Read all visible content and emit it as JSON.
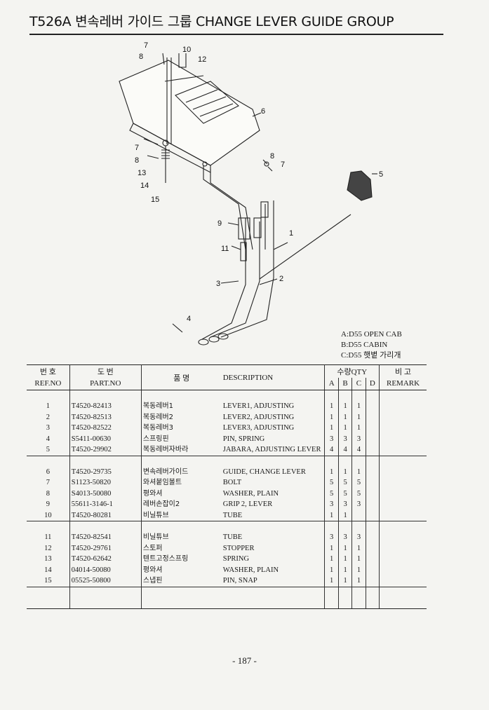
{
  "header": {
    "title": "T526A 변속레버 가이드 그룹 CHANGE LEVER GUIDE GROUP"
  },
  "diagram": {
    "callouts": [
      "7",
      "8",
      "10",
      "12",
      "6",
      "7",
      "8",
      "13",
      "14",
      "15",
      "8",
      "7",
      "5",
      "9",
      "1",
      "11",
      "3",
      "2",
      "4"
    ],
    "legend": [
      "A:D55 OPEN CAB",
      "B:D55 CABIN",
      "C:D55 햇볕 가리개"
    ]
  },
  "table": {
    "headers": {
      "ref_ko": "번 호",
      "ref_en": "REF.NO",
      "part_ko": "도 번",
      "part_en": "PART.NO",
      "name_ko": "품 명",
      "desc_en": "DESCRIPTION",
      "qty_ko": "수량QTY",
      "q_a": "A",
      "q_b": "B",
      "q_c": "C",
      "q_d": "D",
      "remark_ko": "비 고",
      "remark_en": "REMARK"
    },
    "groups": [
      [
        {
          "ref": "1",
          "part": "T4520-82413",
          "ko": "복동레버1",
          "desc": "LEVER1, ADJUSTING",
          "a": "1",
          "b": "1",
          "c": "1",
          "d": ""
        },
        {
          "ref": "2",
          "part": "T4520-82513",
          "ko": "복동레버2",
          "desc": "LEVER2, ADJUSTING",
          "a": "1",
          "b": "1",
          "c": "1",
          "d": ""
        },
        {
          "ref": "3",
          "part": "T4520-82522",
          "ko": "복동레버3",
          "desc": "LEVER3, ADJUSTING",
          "a": "1",
          "b": "1",
          "c": "1",
          "d": ""
        },
        {
          "ref": "4",
          "part": "S5411-00630",
          "ko": "스프링핀",
          "desc": "PIN, SPRING",
          "a": "3",
          "b": "3",
          "c": "3",
          "d": ""
        },
        {
          "ref": "5",
          "part": "T4520-29902",
          "ko": "복동레버자바라",
          "desc": "JABARA, ADJUSTING LEVER",
          "a": "4",
          "b": "4",
          "c": "4",
          "d": ""
        }
      ],
      [
        {
          "ref": "6",
          "part": "T4520-29735",
          "ko": "변속레버가이드",
          "desc": "GUIDE, CHANGE LEVER",
          "a": "1",
          "b": "1",
          "c": "1",
          "d": ""
        },
        {
          "ref": "7",
          "part": "S1123-50820",
          "ko": "와셔붙임볼트",
          "desc": "BOLT",
          "a": "5",
          "b": "5",
          "c": "5",
          "d": ""
        },
        {
          "ref": "8",
          "part": "S4013-50080",
          "ko": "평와셔",
          "desc": "WASHER, PLAIN",
          "a": "5",
          "b": "5",
          "c": "5",
          "d": ""
        },
        {
          "ref": "9",
          "part": "55611-3146-1",
          "ko": "레버손잡이2",
          "desc": "GRIP 2, LEVER",
          "a": "3",
          "b": "3",
          "c": "3",
          "d": ""
        },
        {
          "ref": "10",
          "part": "T4520-80281",
          "ko": "비닐튜브",
          "desc": "TUBE",
          "a": "1",
          "b": "1",
          "c": "",
          "d": ""
        }
      ],
      [
        {
          "ref": "11",
          "part": "T4520-82541",
          "ko": "비닐튜브",
          "desc": "TUBE",
          "a": "3",
          "b": "3",
          "c": "3",
          "d": ""
        },
        {
          "ref": "12",
          "part": "T4520-29761",
          "ko": "스토퍼",
          "desc": "STOPPER",
          "a": "1",
          "b": "1",
          "c": "1",
          "d": ""
        },
        {
          "ref": "13",
          "part": "T4520-62642",
          "ko": "텐트고정스프링",
          "desc": "SPRING",
          "a": "1",
          "b": "1",
          "c": "1",
          "d": ""
        },
        {
          "ref": "14",
          "part": "04014-50080",
          "ko": "평와셔",
          "desc": "WASHER, PLAIN",
          "a": "1",
          "b": "1",
          "c": "1",
          "d": ""
        },
        {
          "ref": "15",
          "part": "05525-50800",
          "ko": "스냅핀",
          "desc": "PIN, SNAP",
          "a": "1",
          "b": "1",
          "c": "1",
          "d": ""
        }
      ]
    ]
  },
  "footer": {
    "page_number": "- 187 -"
  }
}
